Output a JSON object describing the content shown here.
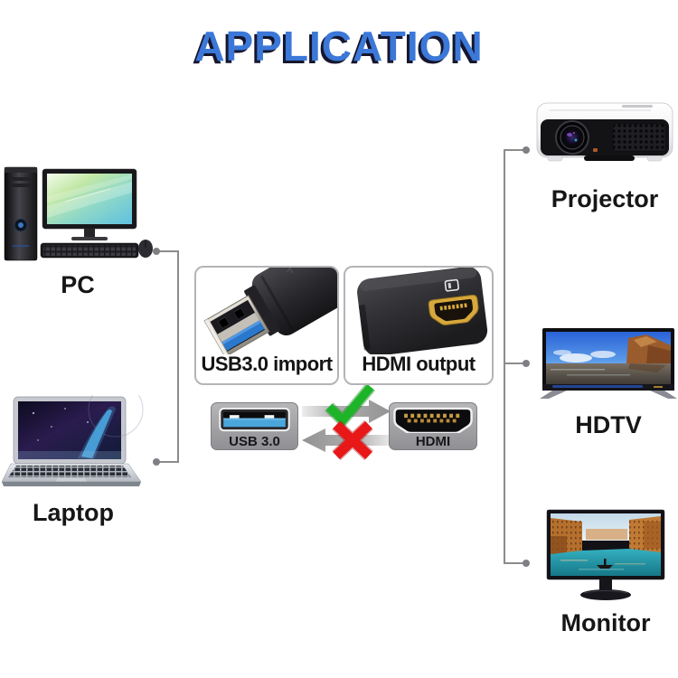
{
  "title": "APPLICATION",
  "sources": {
    "pc": "PC",
    "laptop": "Laptop"
  },
  "adapter": {
    "input_caption": "USB3.0 import",
    "output_caption": "HDMI output"
  },
  "conversion": {
    "from_port": "USB 3.0",
    "to_port": "HDMI",
    "forward_icon": "green-check",
    "reverse_icon": "red-cross"
  },
  "outputs": {
    "projector": "Projector",
    "hdtv": "HDTV",
    "monitor": "Monitor"
  },
  "colors": {
    "title_blue": "#3B78D8",
    "title_shadow": "#16162E",
    "check_green": "#1EB428",
    "cross_red": "#E81818",
    "usb_blue": "#4AA6DA",
    "hdmi_gold": "#D8A83C",
    "connector_line": "#8C8C8C"
  }
}
